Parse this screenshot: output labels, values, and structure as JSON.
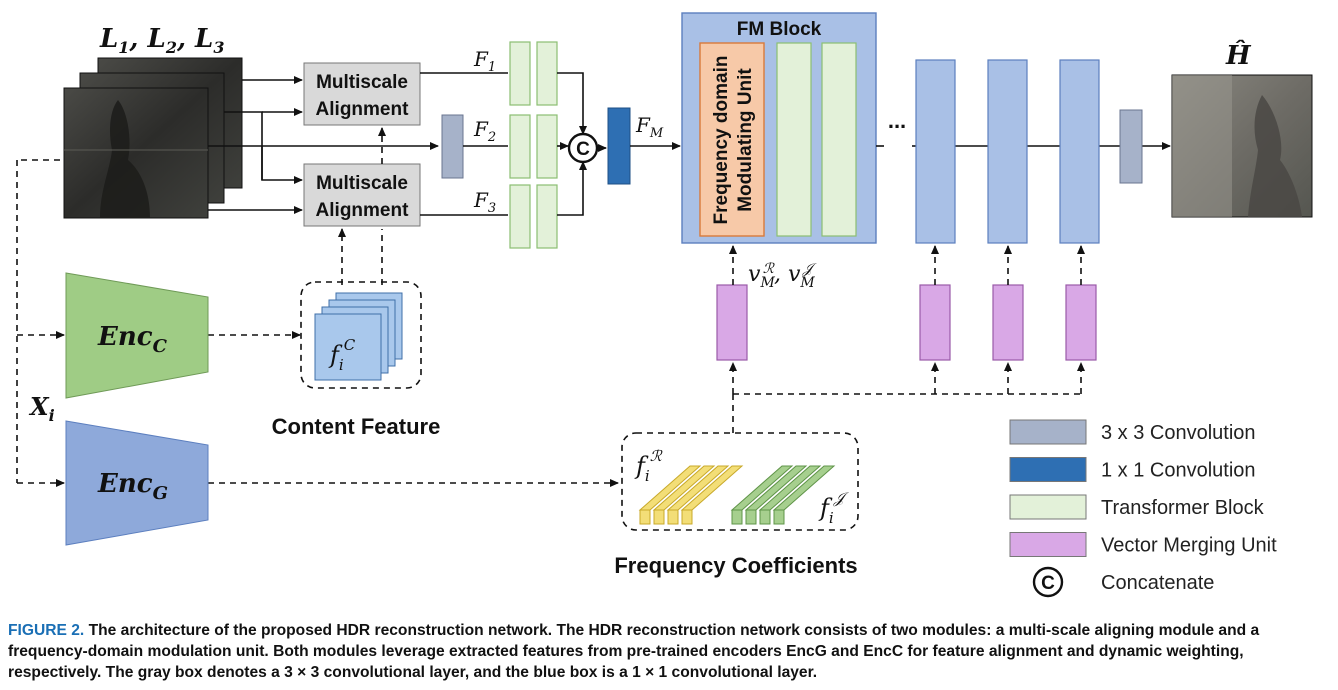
{
  "inputs": {
    "ldr_label": "L1, L2, L3",
    "xi_label": "Xi",
    "output_label": "Ĥ"
  },
  "alignment": {
    "top_label_1": "Multiscale",
    "top_label_2": "Alignment",
    "bottom_label_1": "Multiscale",
    "bottom_label_2": "Alignment"
  },
  "features": {
    "f1": "F1",
    "f2": "F2",
    "f3": "F3",
    "fm": "FM",
    "vm": "vMR, vMJ"
  },
  "fm_block": {
    "title": "FM Block",
    "unit_line1": "Frequency domain",
    "unit_line2": "Modulating Unit"
  },
  "ellipsis": "...",
  "encoders": {
    "content": "EncC",
    "global": "EncG"
  },
  "content_feature": {
    "symbol": "fiC",
    "caption": "Content Feature"
  },
  "frequency_coeffs": {
    "symbol_r": "fiR",
    "symbol_j": "fiJ",
    "caption": "Frequency Coefficients"
  },
  "legend": [
    {
      "label": "3 x 3 Convolution",
      "color": "#a6b2c9"
    },
    {
      "label": "1 x 1 Convolution",
      "color": "#2e6fb3"
    },
    {
      "label": "Transformer Block",
      "color": "#e3f1d9"
    },
    {
      "label": "Vector Merging Unit",
      "color": "#d9a8e6"
    },
    {
      "label": "Concatenate",
      "symbol": "C"
    }
  ],
  "caption": {
    "figure_num": "FIGURE 2.",
    "text": "The architecture of the proposed HDR reconstruction network. The HDR reconstruction network consists of two modules: a multi-scale aligning module and a frequency-domain modulation unit. Both modules leverage extracted features from pre-trained encoders EncG and EncC for feature alignment and dynamic weighting, respectively. The gray box denotes a 3 × 3 convolutional layer, and the blue box is a 1 × 1 convolutional layer."
  },
  "colors": {
    "conv3": "#a6b2c9",
    "conv1": "#2e6fb3",
    "transformer": "#e3f1d9",
    "vmu": "#d9a8e6",
    "fm_block": "#a9c0e6",
    "fmu": "#f7c9a8",
    "enc_c": "#9fcc85",
    "enc_g": "#8ea9da",
    "accent_caption": "#1a6fb5"
  }
}
